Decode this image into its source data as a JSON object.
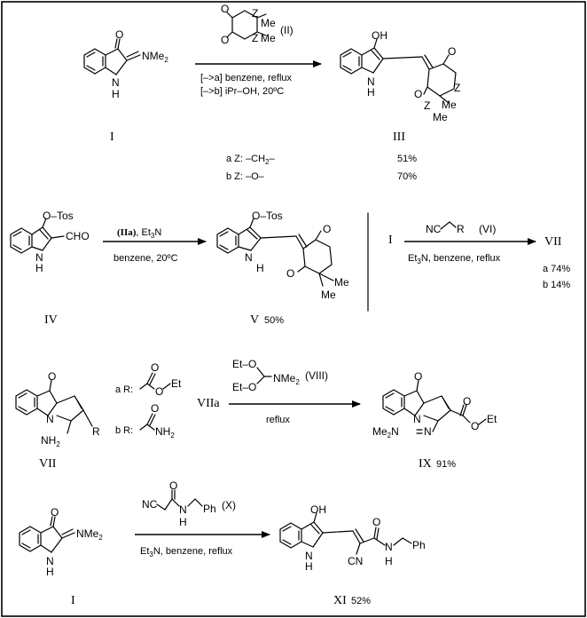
{
  "atoms": {
    "O": "O",
    "N": "N",
    "H": "H",
    "NMe2_N": "NMe",
    "two": "2",
    "Me": "Me",
    "Z": "Z",
    "OH": "OH",
    "OTos": "O–Tos",
    "CHO": "CHO",
    "NC": "NC",
    "R": "R",
    "Et": "Et",
    "NH2_N": "NH",
    "EtO": "Et–O",
    "Ph": "Ph",
    "Me2N": "Me",
    "CN": "CN"
  },
  "reagents": {
    "II": "(II)",
    "VI": "(VI)",
    "VIII": "(VIII)",
    "X": "(X)",
    "IIa": "(IIa)",
    "Et3N_part": ", Et",
    "Et3N_tail": "N"
  },
  "conditions": {
    "r1_a": "[–>a]  benzene, reflux",
    "r1_b": "[–>b]  iPr–OH,  20ºC",
    "r2": "benzene, 20ºC",
    "r3_et": "Et",
    "r3_tail": "N,   benzene, reflux",
    "r4": "reflux",
    "r5_et": "Et",
    "r5_tail": "N,   benzene, reflux"
  },
  "compounds": {
    "I": "I",
    "III": "III",
    "IV": "IV",
    "V": "V",
    "VII": "VII",
    "VIIa": "VIIa",
    "IX": "IX",
    "XI": "XI"
  },
  "substituents": {
    "a_Z": "a  Z: –CH",
    "a_Z_tail": "–",
    "b_Z": "b  Z: –O–",
    "a_R": "a  R:",
    "b_R": "b  R:"
  },
  "yields": {
    "III_a": "51%",
    "III_b": "70%",
    "V": "50%",
    "VII_a": "a  74%",
    "VII_b": "b  14%",
    "IX": "91%",
    "XI": "52%"
  }
}
